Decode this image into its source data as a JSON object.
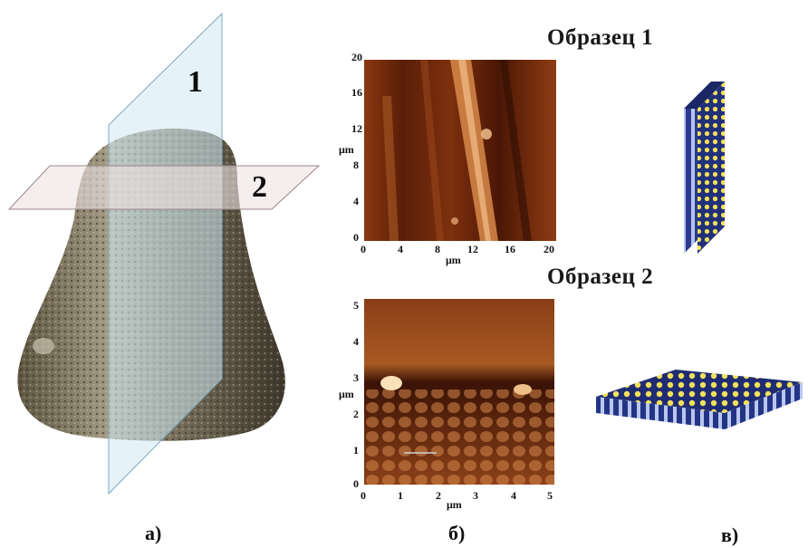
{
  "planes": {
    "plane1_label": "1",
    "plane2_label": "2"
  },
  "samples": {
    "sample1": {
      "title": "Образец 1",
      "x_ticks": [
        "0",
        "4",
        "8",
        "12",
        "16",
        "20"
      ],
      "y_ticks": [
        "0",
        "4",
        "8",
        "12",
        "16",
        "20"
      ],
      "x_unit": "μm",
      "y_unit": "μm"
    },
    "sample2": {
      "title": "Образец 2",
      "x_ticks": [
        "0",
        "1",
        "2",
        "3",
        "4",
        "5"
      ],
      "y_ticks": [
        "0",
        "1",
        "2",
        "3",
        "4",
        "5"
      ],
      "x_unit": "μm",
      "y_unit": "μm"
    }
  },
  "captions": {
    "a": "а)",
    "b": "б)",
    "c": "в)"
  },
  "colors": {
    "plane1": "#cfe9f4",
    "plane2": "#efe2e2",
    "afm_dark": "#3a1205",
    "afm_light": "#e8a064",
    "cyl_blue": "#24307a",
    "cyl_dot": "#f2e15a"
  }
}
